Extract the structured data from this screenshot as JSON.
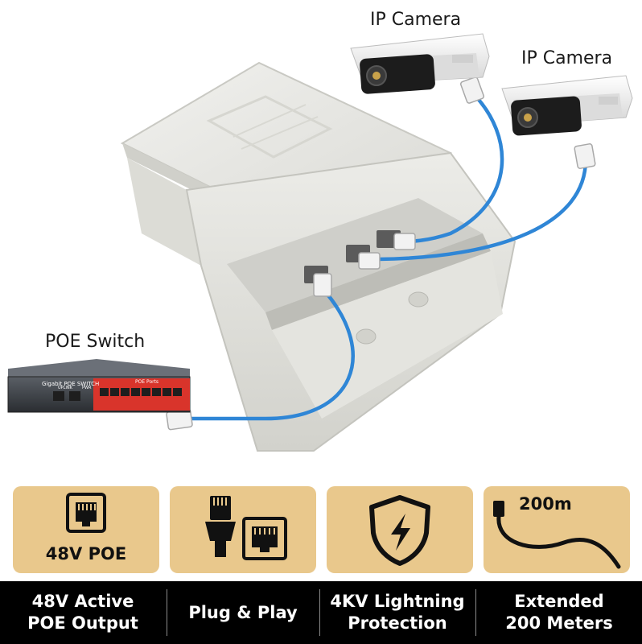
{
  "scene": {
    "labels": {
      "camera_1": "IP Camera",
      "camera_2": "IP Camera",
      "switch": "POE Switch"
    },
    "switch_front": {
      "brand_text": "Gigabit POE SWITCH",
      "ports_text": "POE Ports",
      "uplink_text": "UPLINK",
      "pwr_text": "PWR"
    }
  },
  "features": [
    {
      "icon": "ethernet-port-icon",
      "tile_text": "48V POE",
      "caption_line1": "48V Active",
      "caption_line2": "POE Output"
    },
    {
      "icon": "plug-and-port-icon",
      "tile_text": "",
      "caption_line1": "Plug & Play",
      "caption_line2": ""
    },
    {
      "icon": "lightning-shield-icon",
      "tile_text": "",
      "caption_line1": "4KV Lightning",
      "caption_line2": "Protection"
    },
    {
      "icon": "cable-icon",
      "tile_text": "200m",
      "caption_line1": "Extended",
      "caption_line2": "200 Meters"
    }
  ],
  "colors": {
    "tile_bg": "#e9c88c",
    "caption_bar": "#000000",
    "cable_blue": "#2f86d6",
    "switch_red": "#d9342b",
    "enclosure": "#e6e6e1"
  }
}
